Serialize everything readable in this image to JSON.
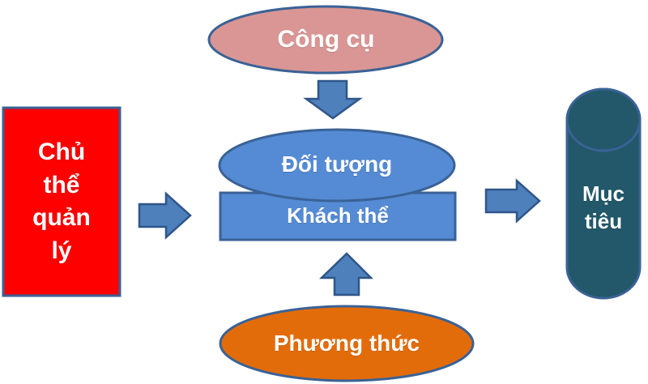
{
  "diagram": {
    "description": "Management concept diagram",
    "nodes": {
      "cong_cu": {
        "label": "Công cụ",
        "shape": "ellipse",
        "fill": "#D99694"
      },
      "chu_the": {
        "label": "Chủ\nthể\nquản\nlý",
        "shape": "rectangle",
        "fill": "#FF0000"
      },
      "doi_tuong": {
        "label": "Đối tượng",
        "shape": "ellipse",
        "fill": "#548BD4"
      },
      "khach_the": {
        "label": "Khách thể",
        "shape": "rectangle",
        "fill": "#548BD4"
      },
      "muc_tieu": {
        "label": "Mục\ntiêu",
        "shape": "cylinder",
        "fill": "#22586A"
      },
      "phuong_thuc": {
        "label": "Phương thức",
        "shape": "ellipse",
        "fill": "#E36C0A"
      }
    },
    "connectors": {
      "arrow_fill": "#4E80BC",
      "arrow_border": "#2F5588",
      "items": [
        {
          "name": "cong-cu-to-doi-tuong",
          "direction": "down"
        },
        {
          "name": "chu-the-to-khach-the",
          "direction": "right"
        },
        {
          "name": "khach-the-to-muc-tieu",
          "direction": "right"
        },
        {
          "name": "phuong-thuc-to-khach-the",
          "direction": "up"
        }
      ]
    },
    "style": {
      "border_color": "#3A6296",
      "text_color": "#FFFFFF",
      "background": "#FFFFFF"
    }
  }
}
